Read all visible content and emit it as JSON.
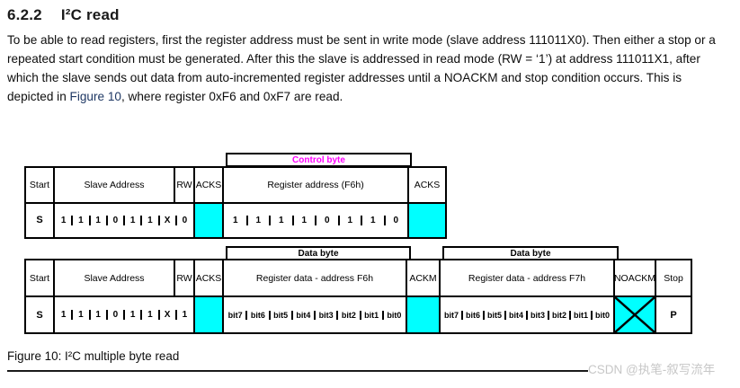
{
  "heading": {
    "number": "6.2.2",
    "title": "I²C read"
  },
  "paragraph": {
    "before_link": "To be able to read registers, first the register address must be sent in write mode (slave address 111011X0). Then either a stop or a repeated start condition must be generated. After this the slave is addressed in read mode (RW = ‘1’) at address 111011X1, after which the slave sends out data from auto-incremented register addresses until a NOACKM and stop condition occurs. This is depicted in ",
    "link": "Figure 10",
    "after_link": ", where register 0xF6 and 0xF7 are read."
  },
  "figure": {
    "colors": {
      "ack_fill": "#00ffff",
      "control_byte_label": "#ff00ff",
      "border": "#000000"
    },
    "frame1": {
      "bracket_label": "Control byte",
      "col_start": "Start",
      "col_slave": "Slave Address",
      "col_rw": "RW",
      "col_acks1": "ACKS",
      "col_register": "Register address (F6h)",
      "col_acks2": "ACKS",
      "start_symbol": "S",
      "slave_bits": [
        "1",
        "1",
        "1",
        "0",
        "1",
        "1",
        "X",
        "0"
      ],
      "register_bits": [
        "1",
        "1",
        "1",
        "1",
        "0",
        "1",
        "1",
        "0"
      ]
    },
    "frame2": {
      "bracket_label_f6": "Data byte",
      "bracket_label_f7": "Data byte",
      "col_start": "Start",
      "col_slave": "Slave Address",
      "col_rw": "RW",
      "col_acks": "ACKS",
      "col_data_f6": "Register data - address F6h",
      "col_ackm": "ACKM",
      "col_data_f7": "Register data - address F7h",
      "col_noackm": "NOACKM",
      "col_stop": "Stop",
      "start_symbol": "S",
      "slave_bits": [
        "1",
        "1",
        "1",
        "0",
        "1",
        "1",
        "X",
        "1"
      ],
      "f6_bits": [
        "bit7",
        "bit6",
        "bit5",
        "bit4",
        "bit3",
        "bit2",
        "bit1",
        "bit0"
      ],
      "f7_bits": [
        "bit7",
        "bit6",
        "bit5",
        "bit4",
        "bit3",
        "bit2",
        "bit1",
        "bit0"
      ],
      "stop_symbol": "P"
    }
  },
  "caption": "Figure 10: I²C multiple byte read",
  "watermark": "CSDN @执笔-叙写流年"
}
